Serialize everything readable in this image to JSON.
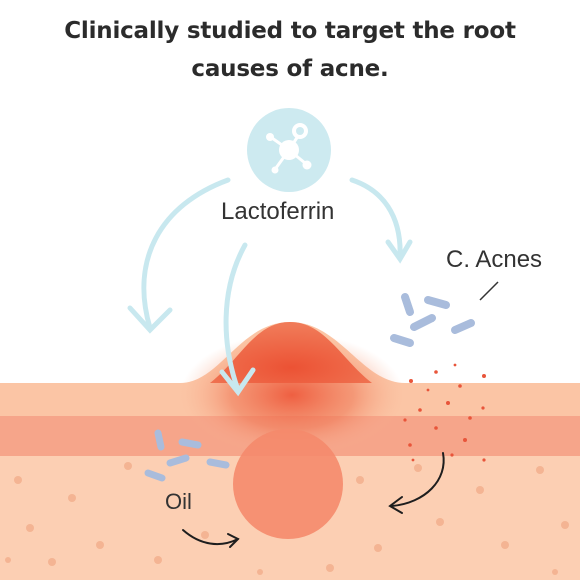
{
  "title": {
    "line1": "Clinically studied to target the root",
    "line2": "causes of acne."
  },
  "labels": {
    "lactoferrin": "Lactoferrin",
    "c_acnes": "C. Acnes",
    "oil": "Oil"
  },
  "icons": {
    "lactoferrin_icon": "molecule-icon"
  },
  "colors": {
    "title_text": "#2b2b2b",
    "label_text": "#333333",
    "skin_top": "#fbc5a5",
    "skin_band": "#f6a58a",
    "skin_deep": "#fccfb3",
    "pimple": "#ee5a3c",
    "arrow_blue": "#c8e8ef",
    "bacteria": "#a9bcdc",
    "molecule_bg": "#cdeaf0"
  }
}
